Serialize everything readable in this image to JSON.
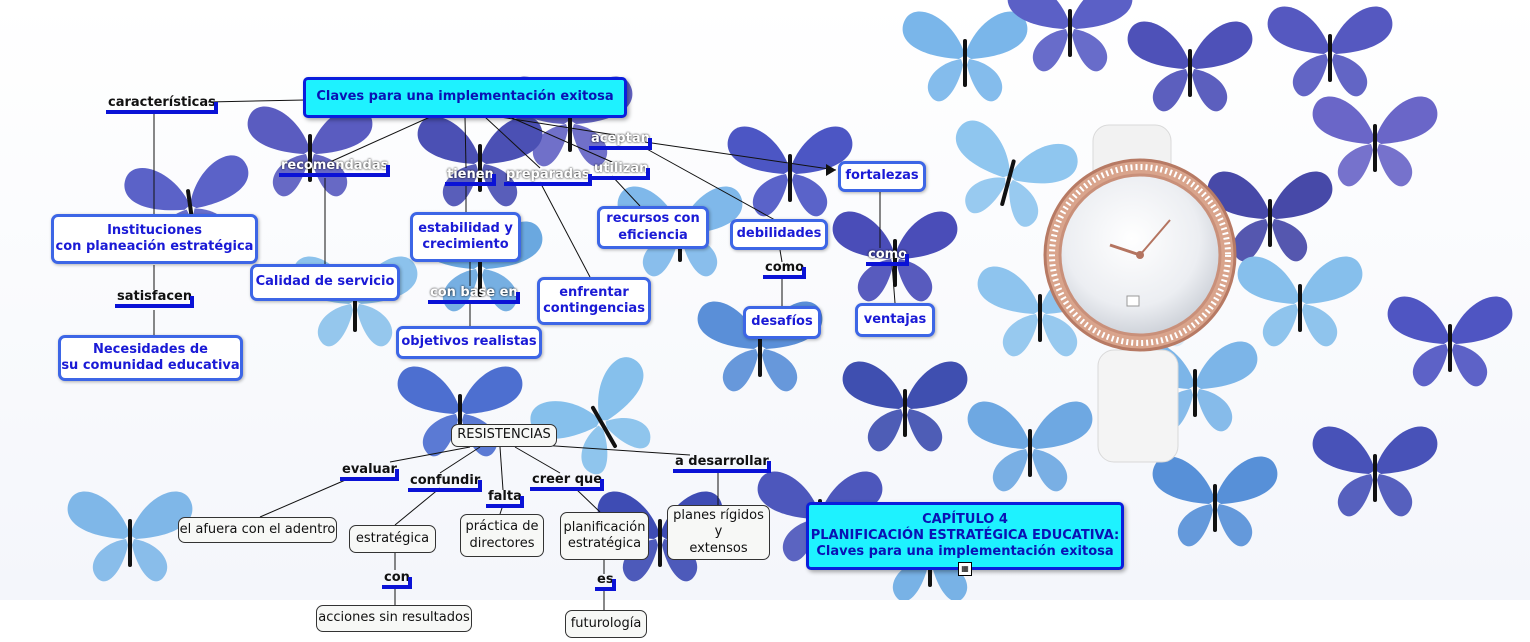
{
  "map": {
    "root": "Claves para una implementación exitosa",
    "chapter": "CAPÍTULO 4\nPLANIFICACIÓN ESTRATÉGICA EDUCATIVA:\nClaves para una implementación exitosa",
    "nodes": {
      "instituciones": "Instituciones\ncon planeación estratégica",
      "necesidades": "Necesidades de\nsu comunidad educativa",
      "calidad": "Calidad de servicio",
      "estabilidad": "estabilidad y\ncrecimiento",
      "objetivos": "objetivos realistas",
      "enfrentar": "enfrentar\ncontingencias",
      "recursos": "recursos con\neficiencia",
      "debilidades": "debilidades",
      "desafios": "desafíos",
      "fortalezas": "fortalezas",
      "ventajas": "ventajas",
      "resistencias": "RESISTENCIAS",
      "afuera": "el afuera con el adentro",
      "estrategica": "estratégica",
      "acciones": "acciones sin resultados",
      "practica": "práctica de\ndirectores",
      "planificacion": "planificación\nestratégica",
      "futurologia": "futurología",
      "planes": "planes rígidos\ny\nextensos"
    },
    "links": {
      "caracteristicas": "características",
      "satisfacen": "satisfacen",
      "recomendadas": "recomendadas",
      "tienen": "tienen",
      "preparadas": "preparadas",
      "aceptan": "aceptan",
      "utilizan": "utilizan",
      "con_base_en": "con base en",
      "como1": "como",
      "como2": "como",
      "evaluar": "evaluar",
      "confundir": "confundir",
      "falta": "falta",
      "creer_que": "creer que",
      "a_desarrollar": "a desarrollar",
      "con": "con",
      "es": "es"
    },
    "icons": {
      "resource": "map-resource-icon"
    }
  },
  "colors": {
    "node_border": "#3d66e6",
    "node_text": "#1a1ad6",
    "root_fill": "#1ef2ff",
    "link_bar": "#0a12d6",
    "butterfly_light": "#8ec5ee",
    "butterfly_dark": "#3c3f9e"
  }
}
